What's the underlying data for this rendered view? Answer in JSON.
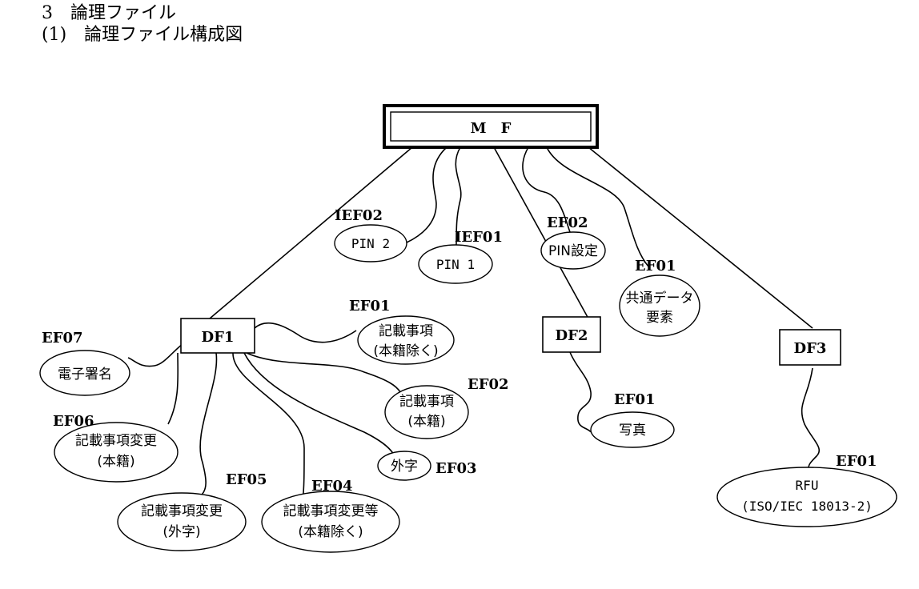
{
  "heading": {
    "section": "3　論理ファイル",
    "subsection": "(1)　論理ファイル構成図"
  },
  "mf": {
    "label": "M　F"
  },
  "dirs": {
    "df1": "DF1",
    "df2": "DF2",
    "df3": "DF3"
  },
  "mf_files": {
    "ief02": {
      "id": "IEF02",
      "name": "PIN 2"
    },
    "ief01": {
      "id": "IEF01",
      "name": "PIN 1"
    },
    "ef02": {
      "id": "EF02",
      "name": "PIN設定"
    },
    "ef01": {
      "id": "EF01",
      "name_line1": "共通データ",
      "name_line2": "要素"
    }
  },
  "df1_files": {
    "ef01": {
      "id": "EF01",
      "line1": "記載事項",
      "line2": "(本籍除く)"
    },
    "ef02": {
      "id": "EF02",
      "line1": "記載事項",
      "line2": "(本籍)"
    },
    "ef03": {
      "id": "EF03",
      "line1": "外字"
    },
    "ef04": {
      "id": "EF04",
      "line1": "記載事項変更等",
      "line2": "(本籍除く)"
    },
    "ef05": {
      "id": "EF05",
      "line1": "記載事項変更",
      "line2": "(外字)"
    },
    "ef06": {
      "id": "EF06",
      "line1": "記載事項変更",
      "line2": "(本籍)"
    },
    "ef07": {
      "id": "EF07",
      "line1": "電子署名"
    }
  },
  "df2_files": {
    "ef01": {
      "id": "EF01",
      "line1": "写真"
    }
  },
  "df3_files": {
    "ef01": {
      "id": "EF01",
      "line1": "RFU",
      "line2": "(ISO/IEC 18013-2)"
    }
  }
}
